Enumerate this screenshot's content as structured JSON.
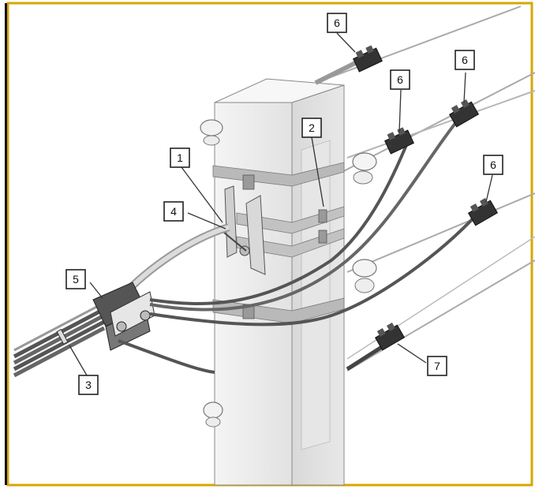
{
  "frame_color": "#d6a700",
  "callouts": [
    {
      "id": "c1",
      "label": "1"
    },
    {
      "id": "c2",
      "label": "2"
    },
    {
      "id": "c3",
      "label": "3"
    },
    {
      "id": "c4",
      "label": "4"
    },
    {
      "id": "c5",
      "label": "5"
    },
    {
      "id": "c6a",
      "label": "6"
    },
    {
      "id": "c6b",
      "label": "6"
    },
    {
      "id": "c6c",
      "label": "6"
    },
    {
      "id": "c6d",
      "label": "6"
    },
    {
      "id": "c7",
      "label": "7"
    }
  ]
}
